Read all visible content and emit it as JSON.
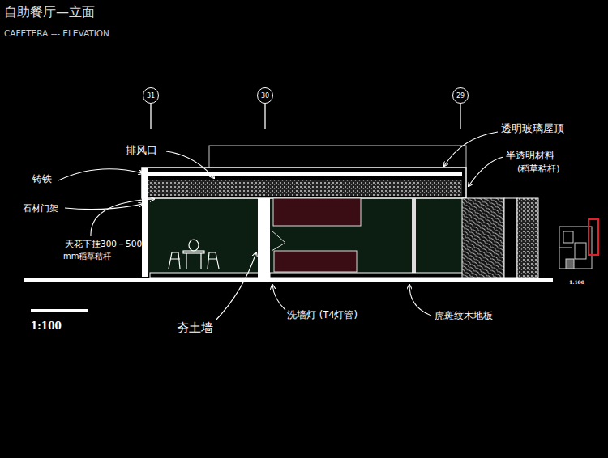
{
  "diagram": {
    "title": "自助餐厅—立面",
    "nodes": [
      {
        "text": [
          "31"
        ]
      },
      {
        "text": [
          "30"
        ]
      },
      {
        "text": [
          "29"
        ]
      }
    ],
    "labels": [
      "CAFETERA --- ELEVATION",
      "排风口",
      "透明玻璃屋顶",
      "半透明材料",
      "(稻草秸杆)",
      "铸铁",
      "石材门架",
      "天花下挂300－500",
      "mm稻草秸杆",
      "夯土墙",
      "洗墙灯 (T4灯管)",
      "虎斑纹木地板",
      "1:100",
      "1:100"
    ]
  }
}
